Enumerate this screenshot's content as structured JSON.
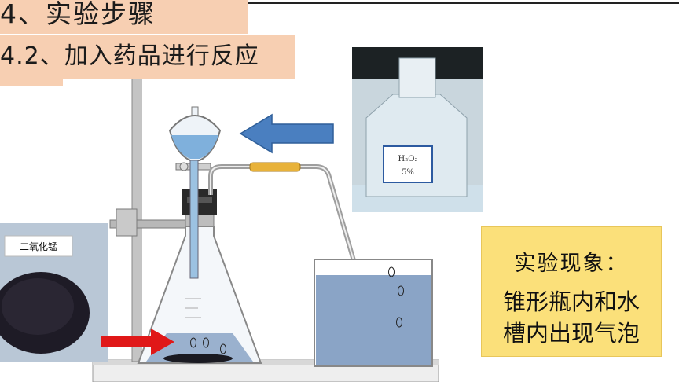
{
  "header": {
    "section_title": "4、实验步骤",
    "step_title": "4.2、加入药品进行反应"
  },
  "photo_labels": {
    "mno2_label": "二氧化锰",
    "bottle_label_line1": "H₂O₂",
    "bottle_label_line2": "5%"
  },
  "observation": {
    "heading": "实验现象：",
    "line1": "锥形瓶内和水",
    "line2": "槽内出现气泡"
  },
  "colors": {
    "title_bg": "#f7cfb2",
    "observation_bg": "#fbe07a",
    "blue_arrow": "#4a7fc0",
    "red_arrow": "#e01818",
    "water": "#8aa4c6"
  }
}
